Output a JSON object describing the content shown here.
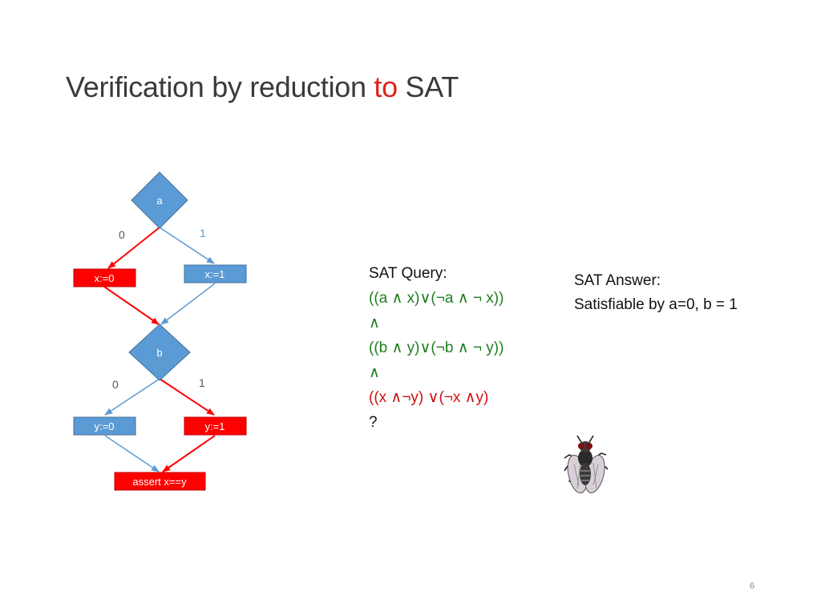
{
  "title": {
    "before": "Verification by reduction ",
    "accent": "to",
    "after": " SAT"
  },
  "flowchart": {
    "node_a": "a",
    "node_b": "b",
    "edge_a0": "0",
    "edge_a1": "1",
    "edge_b0": "0",
    "edge_b1": "1",
    "box_x0": "x:=0",
    "box_x1": "x:=1",
    "box_y0": "y:=0",
    "box_y1": "y:=1",
    "box_assert": "assert x==y",
    "colors": {
      "blue": "#5b9bd5",
      "blue_edge": "#41719c",
      "red": "#ff0000",
      "red_edge": "#c00000"
    }
  },
  "sat_query": {
    "heading": "SAT Query:",
    "line1": "((a ∧ x)∨(¬a ∧ ¬ x))",
    "and1": "∧",
    "line2": "((b ∧ y)∨(¬b ∧ ¬ y))",
    "and2": "∧",
    "line3": "((x ∧¬y) ∨(¬x ∧y)",
    "question": "?"
  },
  "sat_answer": {
    "heading": "SAT Answer:",
    "text": "Satisfiable by a=0, b = 1"
  },
  "page_number": "6"
}
